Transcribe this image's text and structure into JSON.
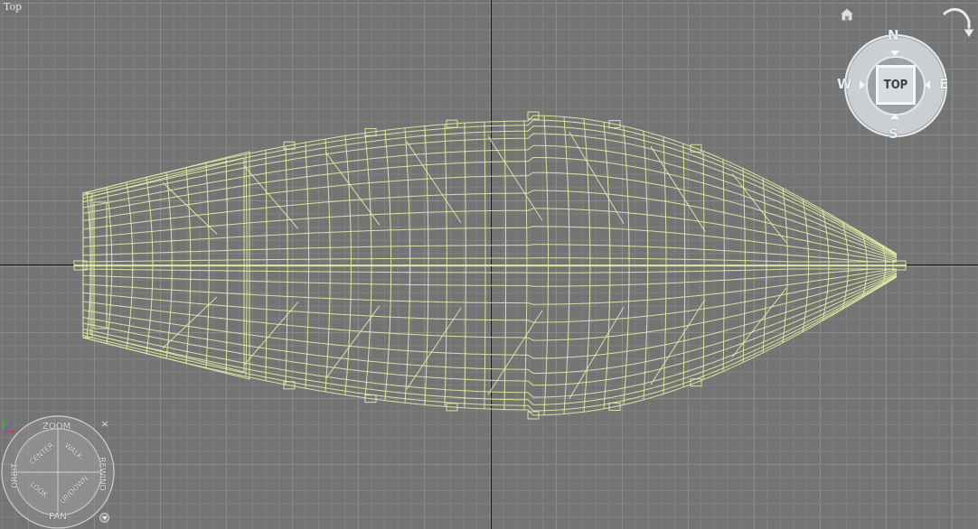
{
  "viewport": {
    "label": "Top",
    "background_color": "#747474",
    "grid_color": "#8a8a8a",
    "axis_color": "#151515",
    "wireframe_color": "#e2efa4"
  },
  "viewcube": {
    "face_label": "TOP",
    "north": "N",
    "south": "S",
    "east": "E",
    "west": "W",
    "home_icon": "home-icon",
    "rotate_icon": "rotate-view-icon"
  },
  "steering_wheel": {
    "zoom": "ZOOM",
    "orbit": "ORBIT",
    "rewind": "REWIND",
    "pan": "PAN",
    "center": "CENTER",
    "walk": "WALK",
    "look": "LOOK",
    "updown": "UP/DOWN",
    "close_icon": "close-icon",
    "menu_icon": "chevron-down-icon"
  }
}
